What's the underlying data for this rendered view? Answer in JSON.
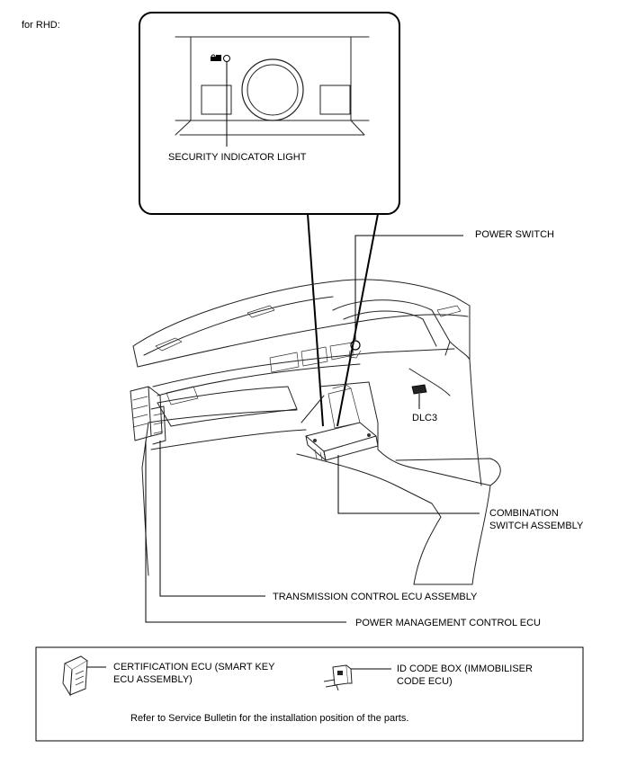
{
  "header": {
    "label": "for RHD:"
  },
  "callout": {
    "security_indicator": "SECURITY INDICATOR LIGHT"
  },
  "labels": {
    "power_switch": "POWER SWITCH",
    "dlc3": "DLC3",
    "combination_switch_1": "COMBINATION",
    "combination_switch_2": "SWITCH ASSEMBLY",
    "transmission_ecu": "TRANSMISSION CONTROL ECU ASSEMBLY",
    "power_management_ecu": "POWER MANAGEMENT CONTROL ECU"
  },
  "legend": {
    "certification_ecu_1": "CERTIFICATION ECU (SMART KEY",
    "certification_ecu_2": "ECU ASSEMBLY)",
    "id_code_box_1": "ID CODE BOX (IMMOBILISER",
    "id_code_box_2": "CODE ECU)",
    "note": "Refer to Service Bulletin for the installation position of the parts."
  },
  "icons": [
    "lock-key-icon",
    "certification-ecu-icon",
    "id-code-box-icon"
  ]
}
